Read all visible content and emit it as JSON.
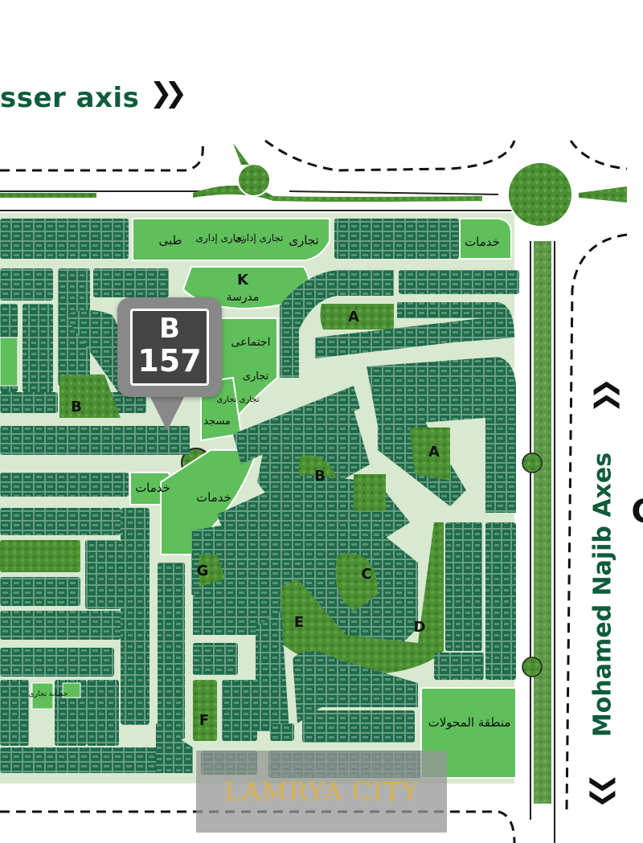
{
  "map": {
    "top_axis_label": "sser axis",
    "right_axis_label": "Mohamed Najib Axes",
    "edge_fragment": "C",
    "highlight": {
      "block": "B",
      "plot": "157"
    },
    "watermark": "LAMRYA CITY",
    "zones": {
      "medical": "طبى",
      "commercial_admin_1": "تجارى إدارى",
      "commercial_admin_2": "تجارى إدارى",
      "commercial_top": "تجارى",
      "services_top": "خدمات",
      "school_letter": "K",
      "school": "مدرسة",
      "social": "اجتماعى",
      "commercial_mid": "تجارى",
      "commercial_small": "تجارى تجارى",
      "mosque": "مسجد",
      "services_left": "خدمات",
      "services_center": "خدمات",
      "substation": "منطقة المحولات",
      "shop_small": "حضانة تجارى"
    },
    "blocks": [
      "A",
      "A",
      "B",
      "B",
      "C",
      "D",
      "E",
      "F",
      "G"
    ],
    "colors": {
      "plot": "#1e6b4a",
      "zone": "#5fbf5b",
      "grass": "#3f8a2c",
      "road": "#ffffff",
      "axis_text": "#0f5c3a",
      "pin": "#888888",
      "watermark_text": "#d9b24a"
    }
  }
}
